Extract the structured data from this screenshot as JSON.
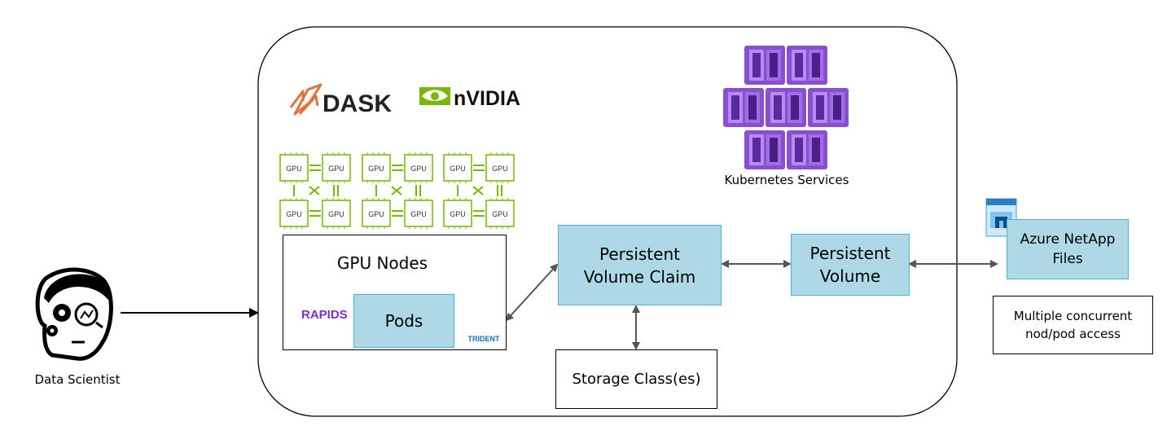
{
  "logos": {
    "dask": "DASK",
    "nvidia": "nVIDIA",
    "rapids": "RAPIDS",
    "trident": "TRIDENT"
  },
  "gpu_label": "GPU",
  "gpu_cluster_count": 3,
  "labels": {
    "kubernetes": "Kubernetes Services",
    "gpu_nodes": "GPU Nodes",
    "pods": "Pods",
    "pvc": "Persistent Volume Claim",
    "pv": "Persistent Volume",
    "storage_class": "Storage Class(es)",
    "anf": "Azure NetApp Files",
    "multi_access": "Multiple concurrent nod/pod access",
    "data_scientist": "Data Scientist"
  },
  "colors": {
    "box_fill": "#add8e6",
    "box_border": "#4db3d6",
    "gpu_green": "#76b900",
    "dask_orange": "#e0733c",
    "kube_purple": "#8a4fd1",
    "rapids_purple": "#7b2fd1",
    "trident_blue": "#1a6bb5"
  },
  "icons": [
    "dask-logo-icon",
    "nvidia-eye-icon",
    "gpu-chip-icon",
    "kubernetes-cube-icon",
    "azure-netapp-files-icon",
    "trident-logo-icon",
    "data-scientist-face-icon"
  ]
}
